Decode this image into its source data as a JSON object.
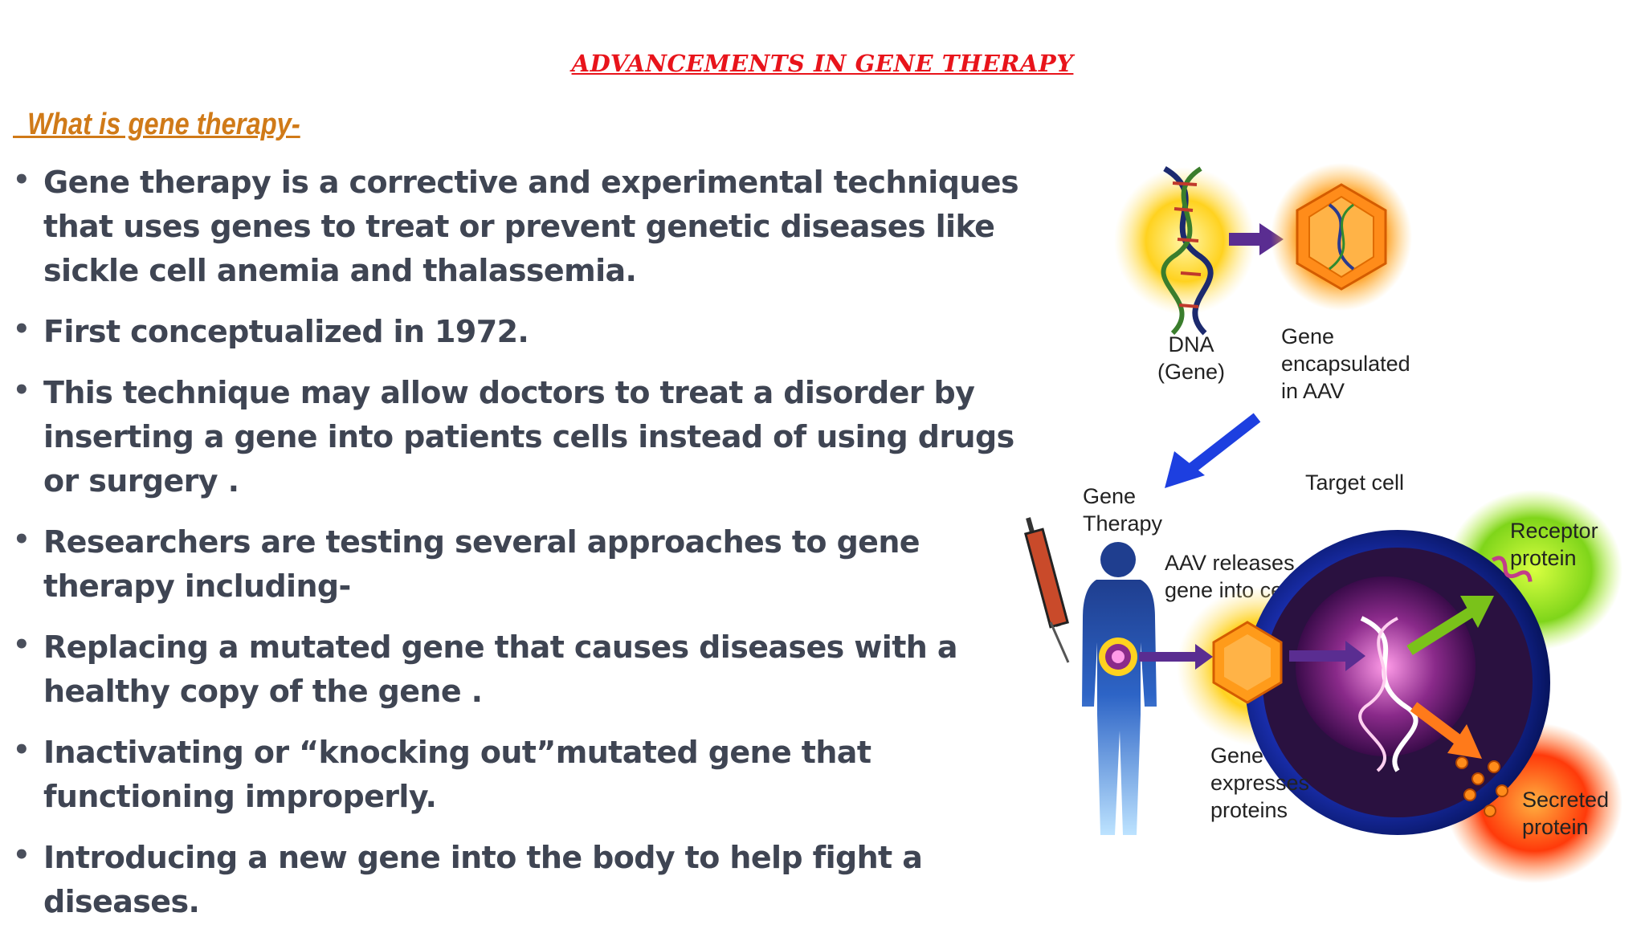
{
  "slide": {
    "title": "ADVANCEMENTS IN GENE THERAPY",
    "subtitle": "  What is gene therapy-",
    "bullets": [
      [
        "Gene therapy is a corrective and experimental techniques",
        "that uses genes to treat or prevent genetic diseases like",
        "sickle cell anemia and thalassemia."
      ],
      [
        "First conceptualized in 1972."
      ],
      [
        "This technique may allow doctors to treat a disorder by",
        "inserting a gene into patients cells instead of using drugs",
        "or surgery ."
      ],
      [
        "Researchers are testing several approaches to gene",
        "therapy including-"
      ],
      [
        "Replacing a mutated gene that causes diseases with a",
        "healthy copy of the gene ."
      ],
      [
        "Inactivating or “knocking out”mutated gene that",
        "functioning improperly."
      ],
      [
        "Introducing a new gene into the body to help fight a",
        "diseases."
      ]
    ]
  },
  "figure": {
    "dna_label": [
      "DNA",
      "(Gene)"
    ],
    "capsule_label": [
      "Gene",
      "encapsulated",
      "in AAV"
    ],
    "therapy_label": [
      "Gene",
      "Therapy"
    ],
    "target_label": "Target cell",
    "release_label": [
      "AAV releases",
      "gene into cell"
    ],
    "receptor_label": [
      "Receptor",
      "protein"
    ],
    "expresses_label": [
      "Gene",
      "expresses",
      "proteins"
    ],
    "secreted_label": [
      "Secreted",
      "protein"
    ]
  },
  "colors": {
    "title": "#e8141b",
    "subtitle": "#d07a18",
    "body_text": "#3f4553",
    "arrow_blue": "#1d3fe0",
    "arrow_purple": "#5a2d91"
  },
  "icons": [
    "bullet-dot",
    "dna-helix-icon",
    "aav-capsule-icon",
    "syringe-icon",
    "human-body-icon",
    "target-cell-icon"
  ]
}
